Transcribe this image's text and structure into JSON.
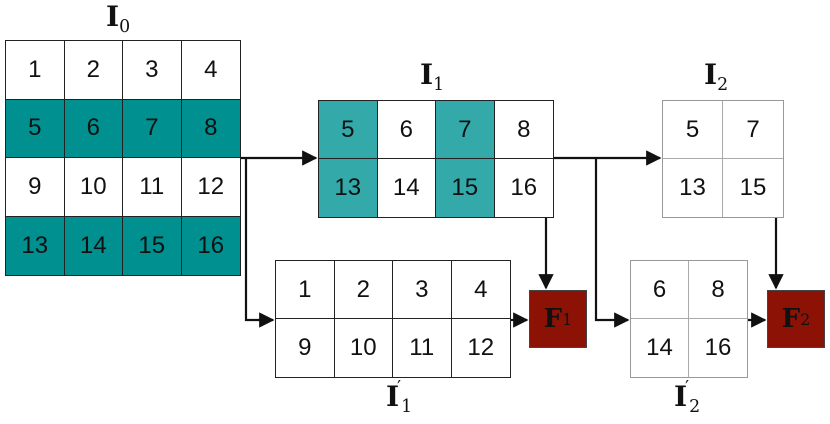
{
  "colors": {
    "highlight_dark": "#00908f",
    "highlight_light": "#33a9a9",
    "feature_box": "#8c1206"
  },
  "labels": {
    "i0_main": "I",
    "i0_sub": "0",
    "i1_main": "I",
    "i1_sub": "1",
    "i2_main": "I",
    "i2_sub": "2",
    "i1p_main": "I",
    "i1p_sub": "1",
    "i1p_prime": "′",
    "i2p_main": "I",
    "i2p_sub": "2",
    "i2p_prime": "′",
    "f1_main": "F",
    "f1_sub": "1",
    "f2_main": "F",
    "f2_sub": "2"
  },
  "grids": {
    "i0": {
      "rows": [
        [
          "1",
          "2",
          "3",
          "4"
        ],
        [
          "5",
          "6",
          "7",
          "8"
        ],
        [
          "9",
          "10",
          "11",
          "12"
        ],
        [
          "13",
          "14",
          "15",
          "16"
        ]
      ]
    },
    "i1": {
      "rows": [
        [
          "5",
          "6",
          "7",
          "8"
        ],
        [
          "13",
          "14",
          "15",
          "16"
        ]
      ]
    },
    "i2": {
      "rows": [
        [
          "5",
          "7"
        ],
        [
          "13",
          "15"
        ]
      ]
    },
    "i1p": {
      "rows": [
        [
          "1",
          "2",
          "3",
          "4"
        ],
        [
          "9",
          "10",
          "11",
          "12"
        ]
      ]
    },
    "i2p": {
      "rows": [
        [
          "6",
          "8"
        ],
        [
          "14",
          "16"
        ]
      ]
    }
  }
}
